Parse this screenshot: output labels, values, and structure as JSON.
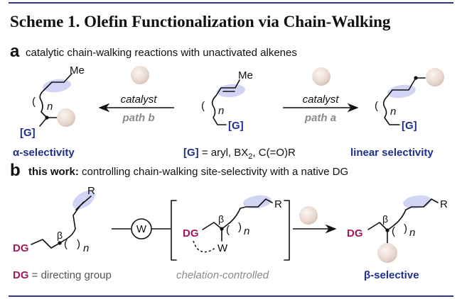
{
  "title": "Scheme 1. Olefin Functionalization via Chain-Walking",
  "section_a": {
    "letter": "a",
    "caption": "catalytic chain-walking reactions with unactivated alkenes",
    "left_product": {
      "substituent": "Me",
      "chain_index": "n",
      "group": "[G]",
      "label": "α-selectivity"
    },
    "left_arrow": {
      "top": "catalyst",
      "bottom": "path b"
    },
    "substrate": {
      "substituent": "Me",
      "chain_index": "n",
      "group": "[G]"
    },
    "group_definition": {
      "key": "[G]",
      "equals": " = aryl, BX",
      "sub": "2",
      "rest": ", C(=O)R"
    },
    "right_arrow": {
      "top": "catalyst",
      "bottom": "path a"
    },
    "right_product": {
      "chain_index": "n",
      "group": "[G]",
      "label": "linear selectivity"
    }
  },
  "section_b": {
    "letter": "b",
    "caption_bold": "this work:",
    "caption": " controlling chain-walking site-selectivity with a native DG",
    "substrate": {
      "substituent": "R",
      "position": "β",
      "chain_index": "n",
      "dg": "DG"
    },
    "dg_definition": {
      "key": "DG",
      "rest": " = directing group"
    },
    "catalyst_label": "W",
    "intermediate": {
      "substituent": "R",
      "position": "β",
      "chain_index": "n",
      "dg": "DG",
      "metal": "W",
      "label": "chelation-controlled"
    },
    "product": {
      "substituent": "R",
      "position": "β",
      "chain_index": "n",
      "dg": "DG",
      "label": "β-selective"
    }
  },
  "colors": {
    "rule": "#2b3a8f",
    "blue": "#1f2f8f",
    "magenta": "#a3195b",
    "highlight": "#c9ccf2",
    "sphere": "#e8d8cf",
    "gray": "#8a8a8a"
  }
}
